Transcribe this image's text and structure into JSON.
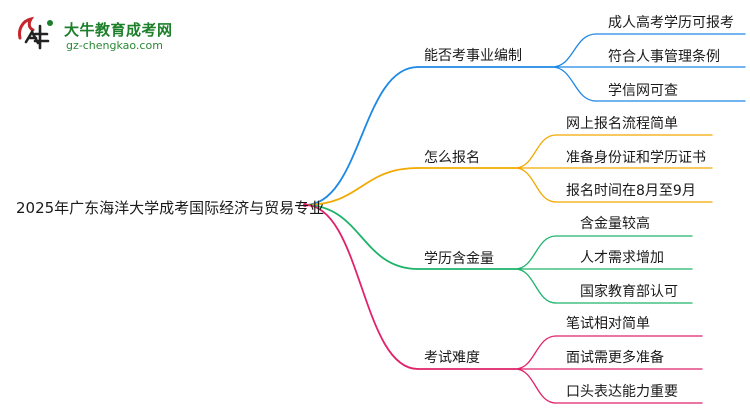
{
  "logo": {
    "title": "大牛教育成考网",
    "url": "gz-chengkao.com",
    "colors": {
      "green": "#1d7f2a",
      "red": "#c6262b"
    }
  },
  "mindmap": {
    "root": "2025年广东海洋大学成考国际经济与贸易专业",
    "branches": [
      {
        "label": "能否考事业编制",
        "color": "#1e88e5",
        "children": [
          "成人高考学历可报考",
          "符合人事管理条例",
          "学信网可查"
        ]
      },
      {
        "label": "怎么报名",
        "color": "#f2a900",
        "children": [
          "网上报名流程简单",
          "准备身份证和学历证书",
          "报名时间在8月至9月"
        ]
      },
      {
        "label": "学历含金量",
        "color": "#1db36a",
        "children": [
          "含金量较高",
          "人才需求增加",
          "国家教育部认可"
        ]
      },
      {
        "label": "考试难度",
        "color": "#e0226a",
        "children": [
          "笔试相对简单",
          "面试需更多准备",
          "口头表达能力重要"
        ]
      }
    ]
  }
}
